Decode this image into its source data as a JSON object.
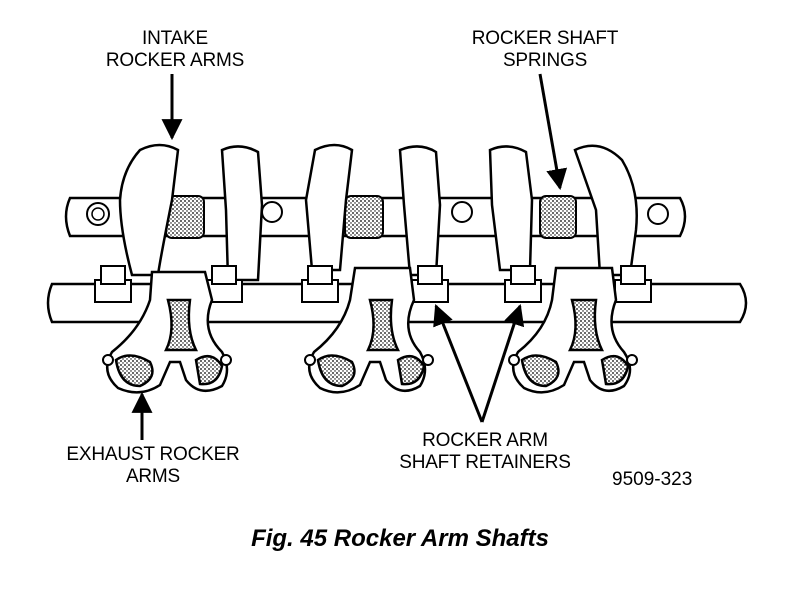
{
  "labels": {
    "intake": [
      "INTAKE",
      "ROCKER ARMS"
    ],
    "springs": [
      "ROCKER SHAFT",
      "SPRINGS"
    ],
    "exhaust": [
      "EXHAUST ROCKER",
      "ARMS"
    ],
    "retainers": [
      "ROCKER ARM",
      "SHAFT RETAINERS"
    ]
  },
  "figure_code": "9509-323",
  "caption": "Fig. 45 Rocker Arm Shafts",
  "colors": {
    "ink": "#000000",
    "paper": "#ffffff",
    "stipple": "#9a9a9a"
  }
}
